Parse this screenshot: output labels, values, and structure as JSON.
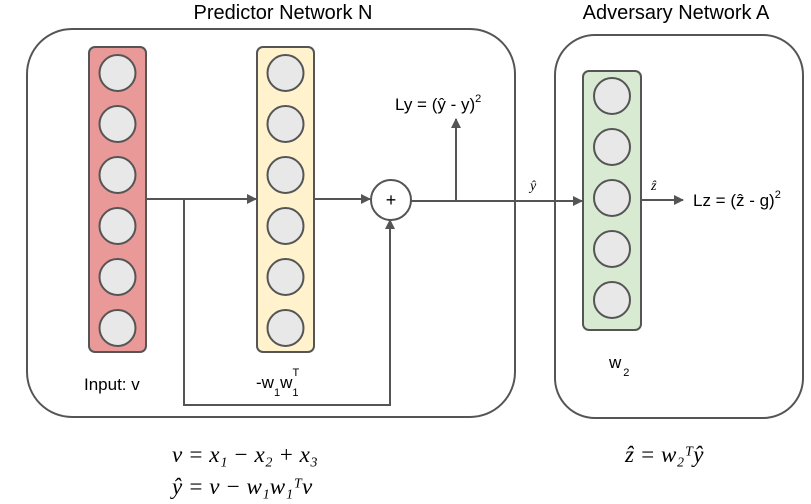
{
  "predictor": {
    "title": "Predictor Network N",
    "input_label": "Input: v",
    "weight_label": {
      "base": "-w",
      "sub1": "1",
      "mid": "w",
      "sub2": "1",
      "sup": "T"
    },
    "plus": "+",
    "loss_label": {
      "base": "Ly = (ŷ - y)",
      "sup": "2"
    },
    "y_hat": "ŷ",
    "input_layer_color": "#ea9999",
    "hidden_layer_color": "#fff2cc",
    "input_nodes": 6,
    "hidden_nodes": 6
  },
  "adversary": {
    "title": "Adversary Network A",
    "weight_label": {
      "base": "w",
      "sub": "2"
    },
    "z_hat": "ẑ",
    "loss_label": {
      "base": "Lz = (ẑ - g)",
      "sup": "2"
    },
    "layer_color": "#d9ead3",
    "nodes": 5
  },
  "equations": {
    "v_def": "v = x₁ − x₂ + x₃",
    "yhat_def": "ŷ = v − w₁w₁ᵀv",
    "zhat_def": "ẑ = w₂ᵀŷ"
  }
}
